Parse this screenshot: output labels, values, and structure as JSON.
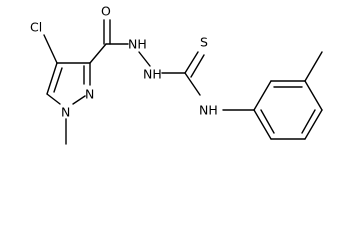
{
  "structure": {
    "atoms": {
      "chlorine": "Cl",
      "oxygen": "O",
      "hydrazide_nh_upper": "NH",
      "hydrazide_nh_lower": "NH",
      "sulfur": "S",
      "pyrazole_n2": "N",
      "pyrazole_n1": "N",
      "thioamide_nh": "NH"
    }
  }
}
